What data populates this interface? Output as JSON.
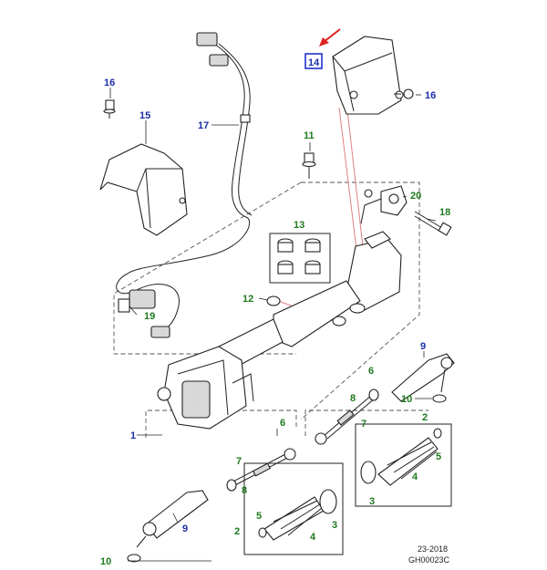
{
  "colors": {
    "callout_blue": "#1a2ea8",
    "callout_green": "#1f7a1f",
    "arrow_red": "#e02020",
    "highlight_box": "#2030d0",
    "pink_line": "#e08080"
  },
  "callouts": {
    "c14": "14",
    "c16a": "16",
    "c16b": "16",
    "c15": "15",
    "c17": "17",
    "c11": "11",
    "c20": "20",
    "c18": "18",
    "c13": "13",
    "c12": "12",
    "c19": "19",
    "c9a": "9",
    "c10a": "10",
    "c6a": "6",
    "c8a": "8",
    "c7a": "7",
    "c2a": "2",
    "c5a": "5",
    "c4a": "4",
    "c3a": "3",
    "c1": "1",
    "c6b": "6",
    "c7b": "7",
    "c8b": "8",
    "c2b": "2",
    "c5b": "5",
    "c4b": "4",
    "c3b": "3",
    "c9b": "9",
    "c10b": "10"
  },
  "footer": {
    "year_code": "23-2018",
    "drawing_id": "GH00023C"
  }
}
